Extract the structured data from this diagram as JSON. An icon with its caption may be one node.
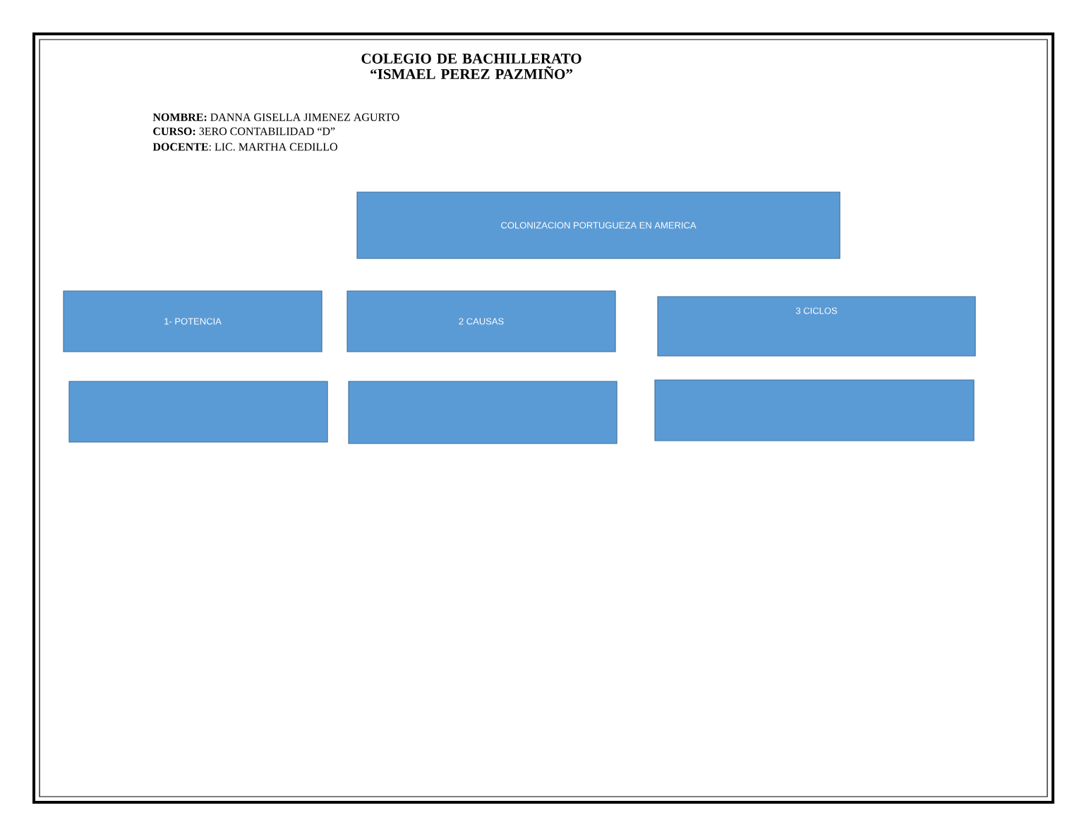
{
  "diagram": {
    "title": "COLEGIO DE BACHILLERATO “ISMAEL PEREZ PAZMIÑO”",
    "nodes": [
      {
        "text": [
          "COLONIZACION PORTUGUEZA EN AMERICA"
        ]
      },
      {
        "text": [
          "1-   POTENCIA"
        ]
      },
      {
        "text": [
          "2 CAUSAS"
        ]
      },
      {
        "text": [
          "3 CICLOS"
        ]
      },
      {
        "text": [],
        "shape": "box"
      },
      {
        "text": [],
        "shape": "box"
      },
      {
        "text": [],
        "shape": "box"
      }
    ],
    "labels": [
      "**NOMBRE:** DANNA GISELLA JIMENEZ AGURTO",
      "**CURSO:** 3ERO CONTABILIDAD “D”",
      "**DOCENTE**: LIC. MARTHA CEDILLO"
    ]
  }
}
